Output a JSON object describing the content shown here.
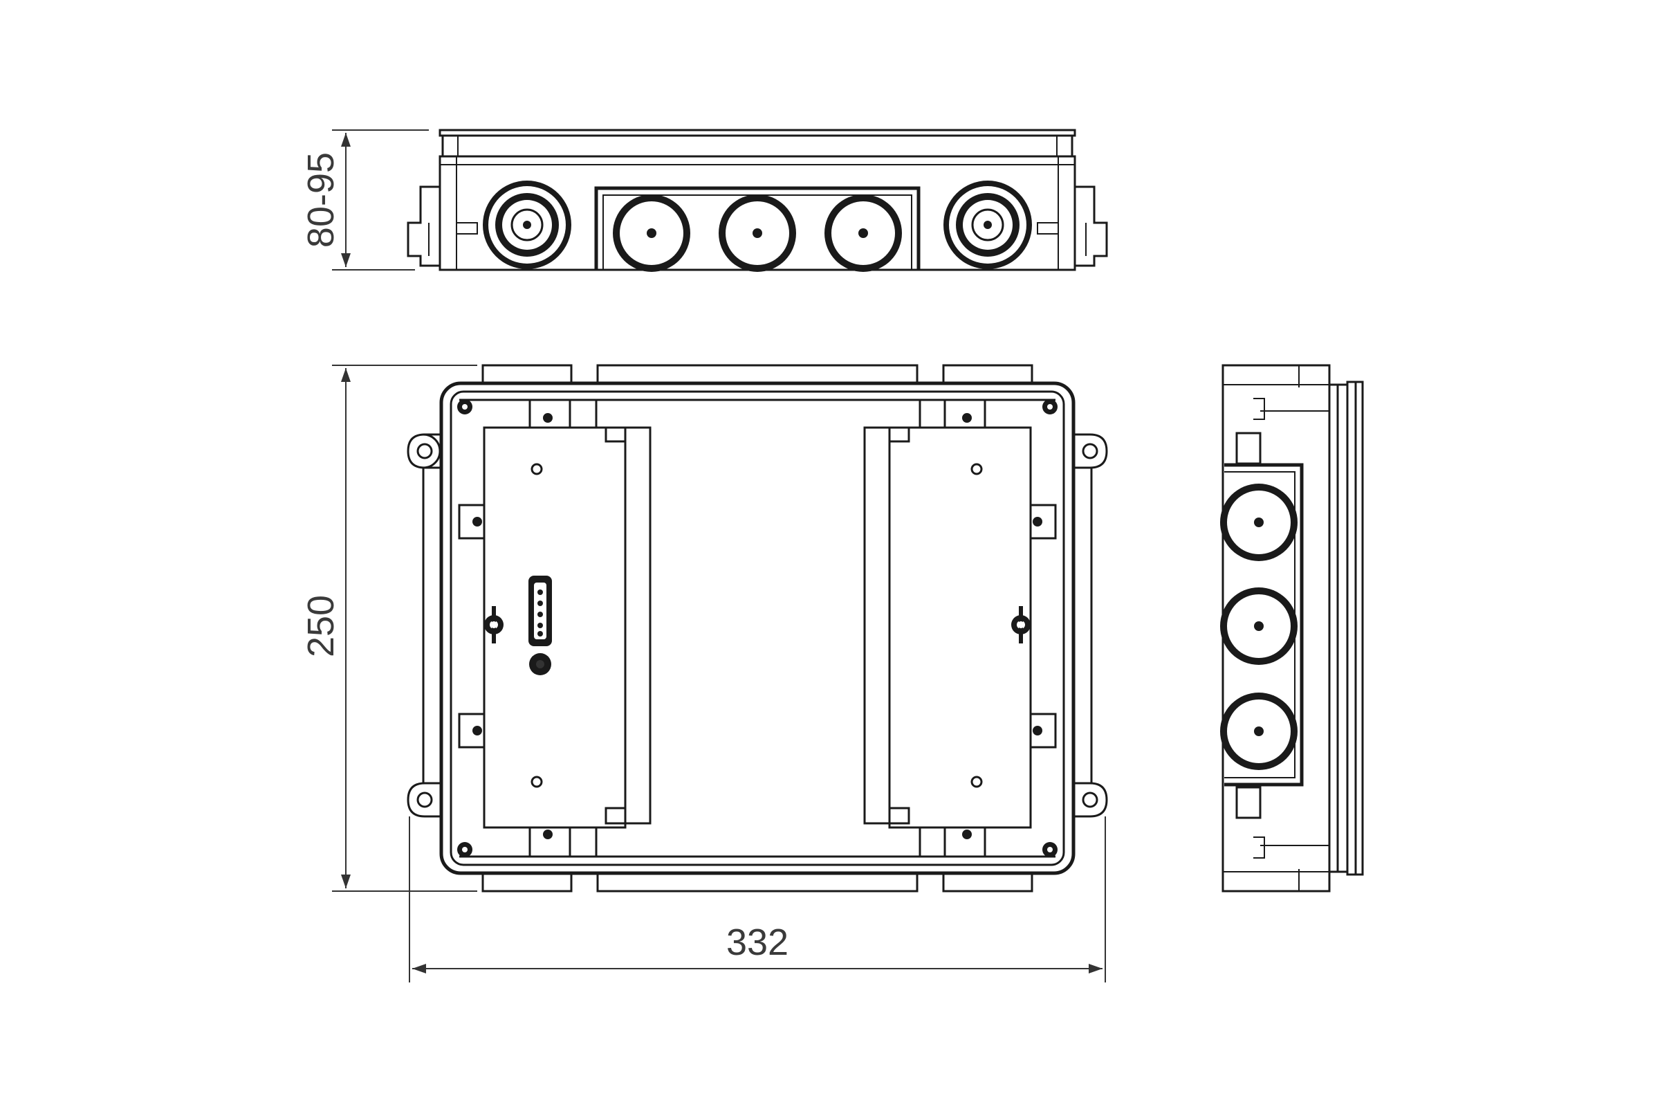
{
  "dimensions": {
    "height": "80-95",
    "depth": "250",
    "width": "332"
  }
}
